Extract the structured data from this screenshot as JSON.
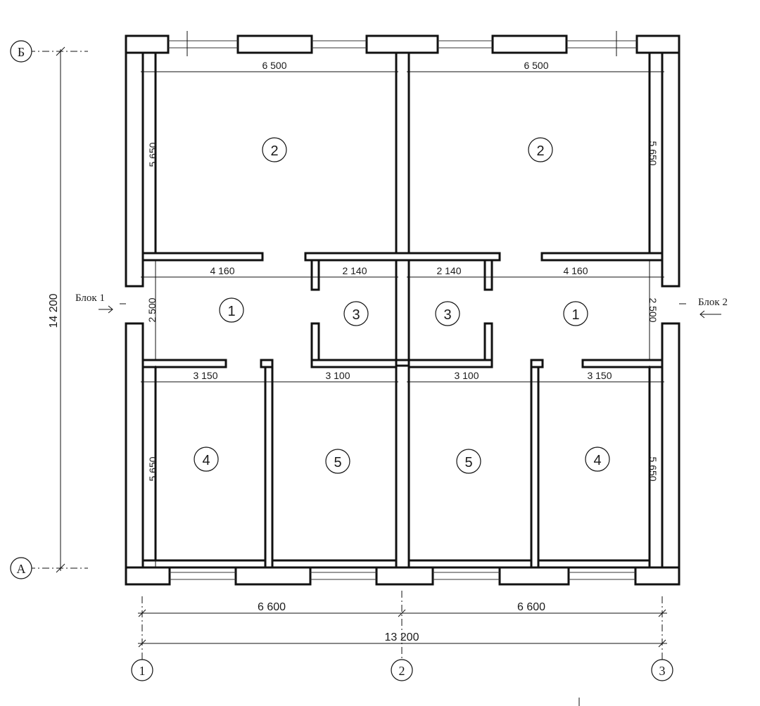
{
  "axes": {
    "b_label": "Б",
    "a_label": "А",
    "num_1": "1",
    "num_2": "2",
    "num_3": "3"
  },
  "entries": {
    "block1": "Блок 1",
    "block2": "Блок 2"
  },
  "dims": {
    "total_height": "14 200",
    "total_width": "13 200",
    "left_span": "6 600",
    "right_span": "6 600",
    "top_left_width": "6 500",
    "top_right_width": "6 500",
    "top_left_height": "5 650",
    "top_right_height": "5 650",
    "mid_left_hall": "4 160",
    "mid_left_bath": "2 140",
    "mid_right_bath": "2 140",
    "mid_right_hall": "4 160",
    "hall_left_height": "2 500",
    "hall_right_height": "2 500",
    "bot_l4_width": "3 150",
    "bot_l5_width": "3 100",
    "bot_r5_width": "3 100",
    "bot_r4_width": "3 150",
    "bot_left_height": "5 650",
    "bot_right_height": "5 650"
  },
  "rooms": {
    "l1": "1",
    "l2": "2",
    "l3": "3",
    "l4": "4",
    "l5": "5",
    "r1": "1",
    "r2": "2",
    "r3": "3",
    "r4": "4",
    "r5": "5"
  }
}
